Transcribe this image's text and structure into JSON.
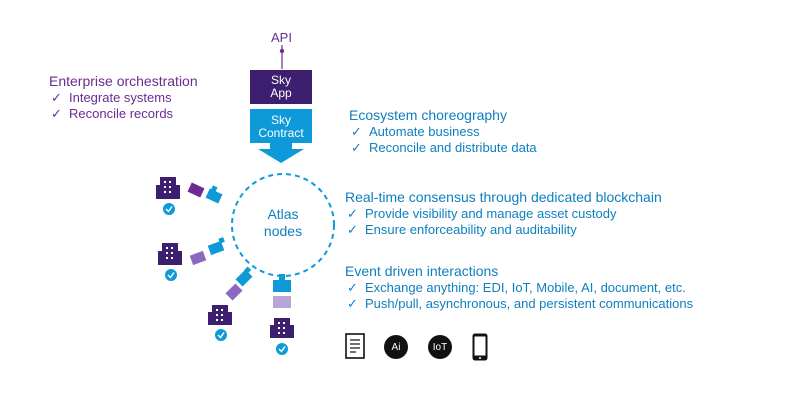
{
  "api_label": "API",
  "sky_app": {
    "line1": "Sky",
    "line2": "App"
  },
  "sky_contract": {
    "line1": "Sky",
    "line2": "Contract"
  },
  "atlas": {
    "line1": "Atlas",
    "line2": "nodes"
  },
  "enterprise": {
    "heading": "Enterprise orchestration",
    "items": [
      "Integrate systems",
      "Reconcile records"
    ]
  },
  "ecosystem": {
    "heading": "Ecosystem choreography",
    "items": [
      "Automate business",
      "Reconcile and distribute data"
    ]
  },
  "consensus": {
    "heading": "Real-time consensus through dedicated blockchain",
    "items": [
      "Provide visibility and manage asset custody",
      "Ensure enforceability and auditability"
    ]
  },
  "events": {
    "heading": "Event driven interactions",
    "items": [
      "Exchange anything: EDI, IoT, Mobile, AI, document, etc.",
      "Push/pull, asynchronous, and persistent communications"
    ]
  },
  "check_mark": "✓",
  "bottom_icons": [
    {
      "name": "document-icon",
      "label": ""
    },
    {
      "name": "ai-icon",
      "label": "Ai"
    },
    {
      "name": "iot-icon",
      "label": "IoT"
    },
    {
      "name": "mobile-icon",
      "label": ""
    }
  ],
  "colors": {
    "purple": "#6a2c91",
    "dark_navy": "#3c1f6e",
    "blue": "#0e9ad8",
    "text_blue": "#0e7fbf",
    "light_purple": "#b9a6d8"
  }
}
